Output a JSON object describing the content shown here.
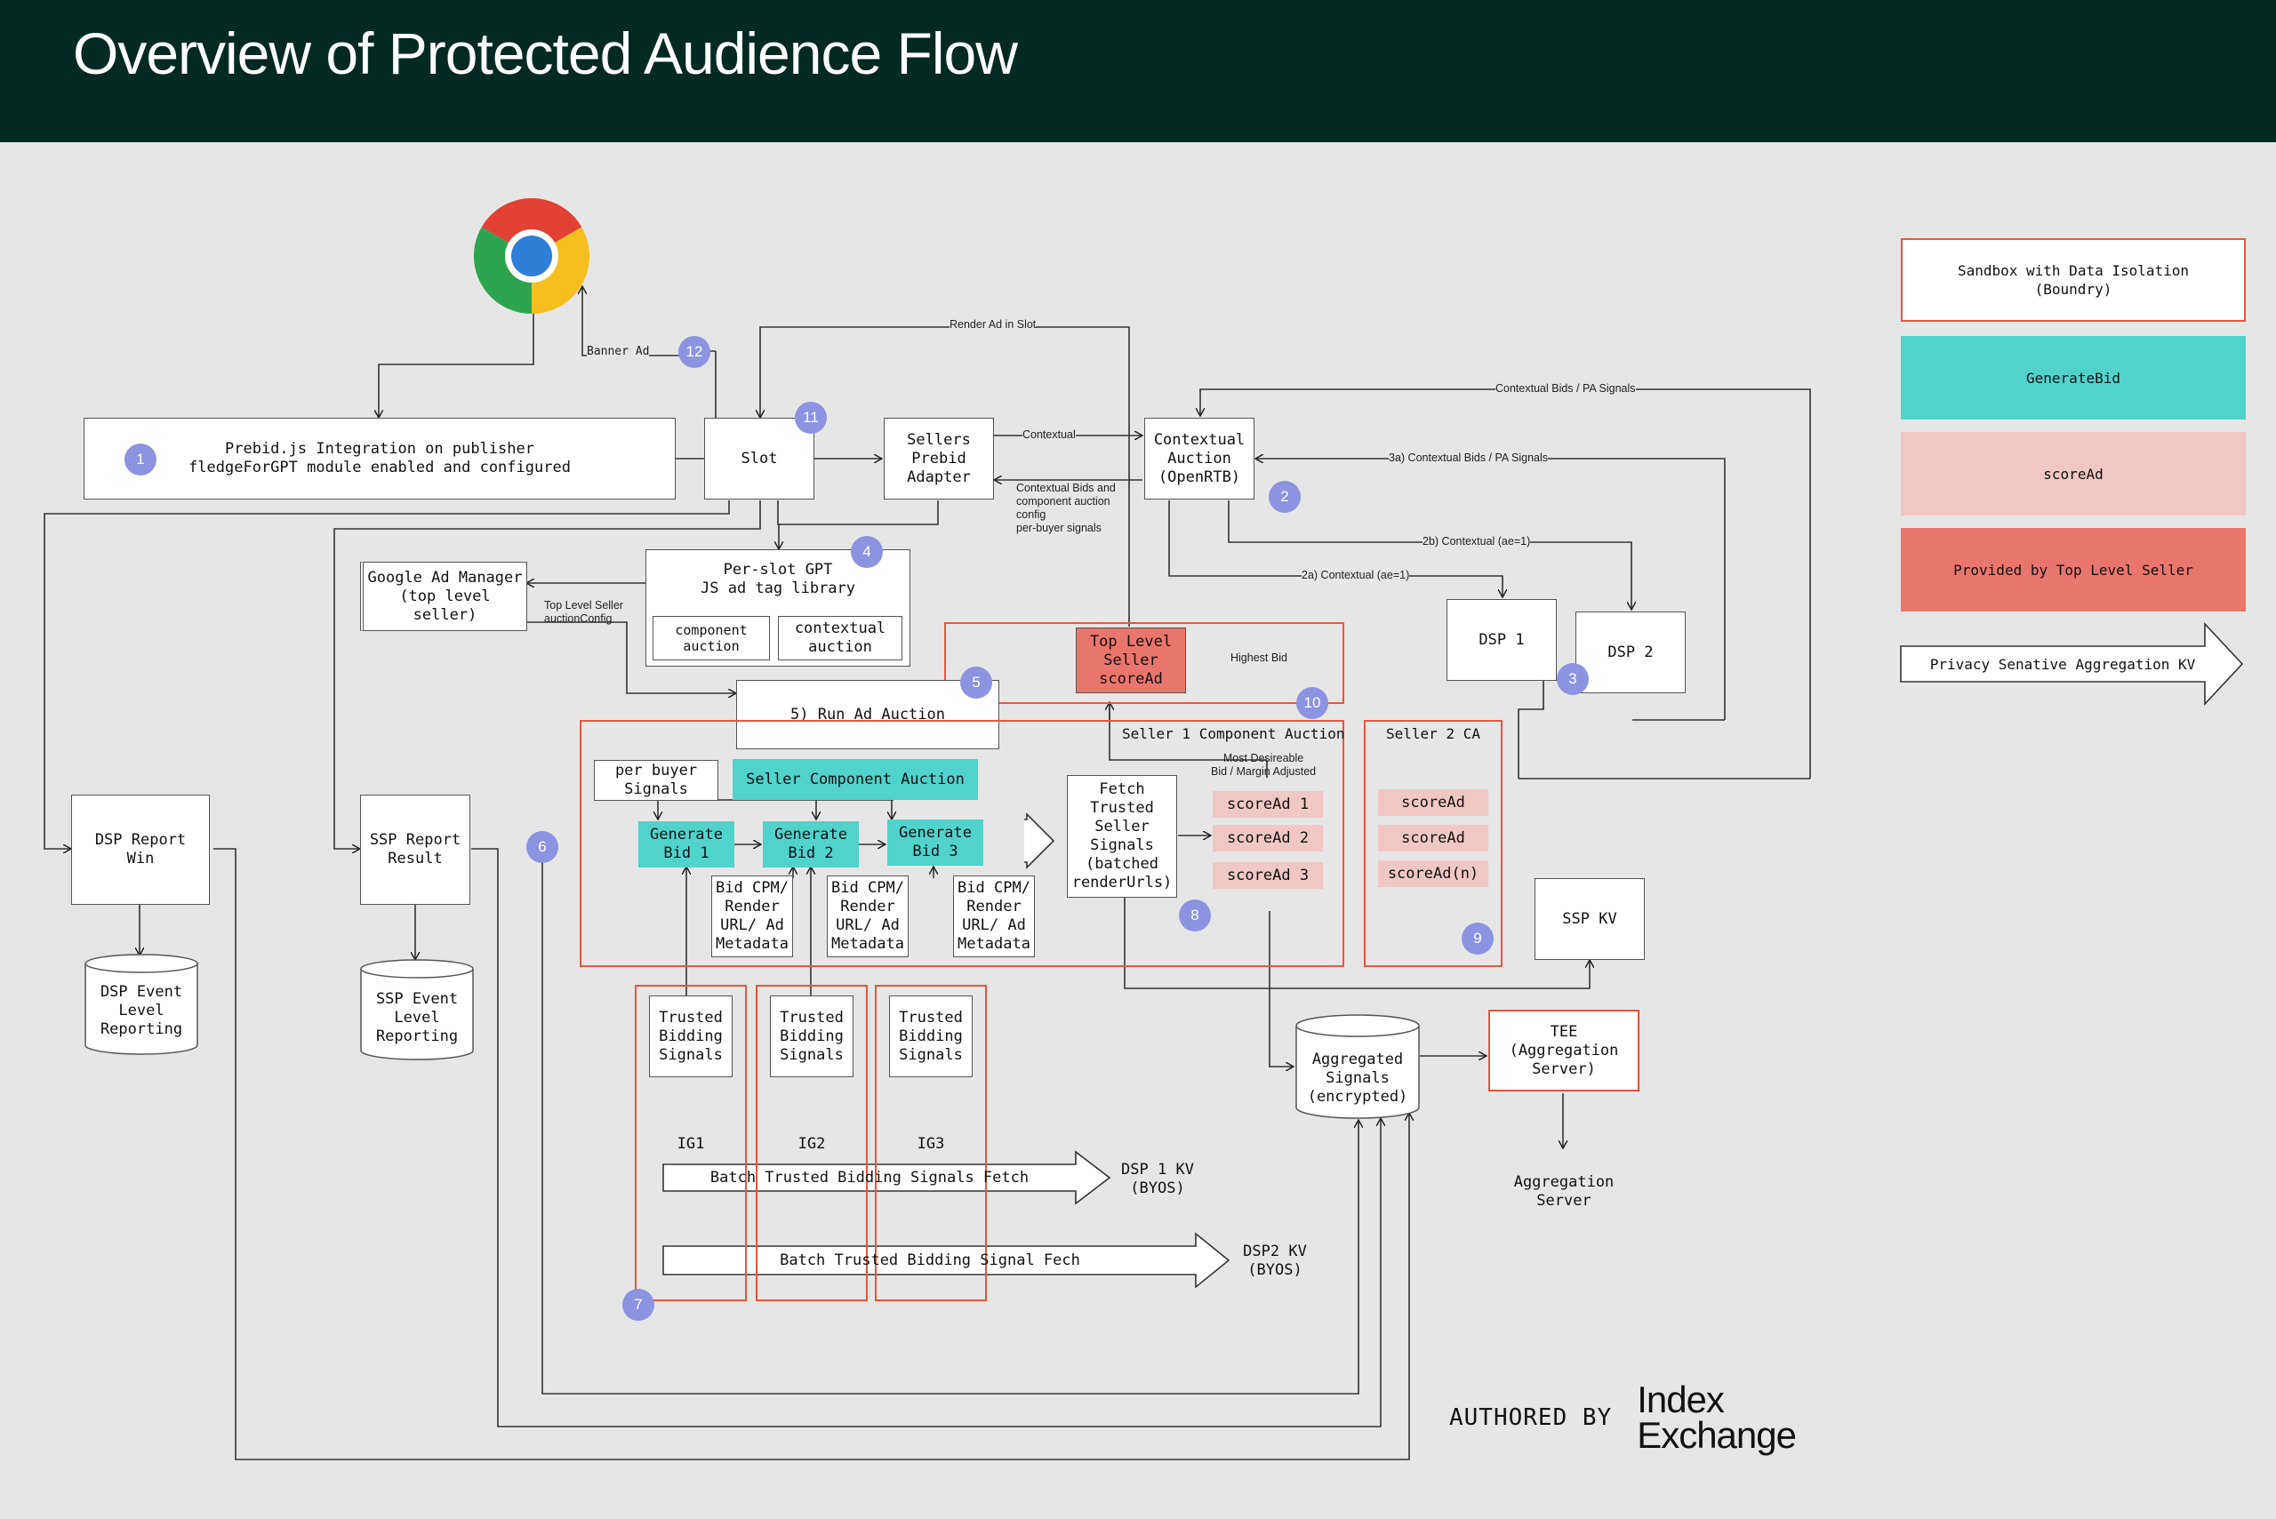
{
  "title": "Overview of Protected Audience Flow",
  "legend": {
    "sandbox": "Sandbox with Data Isolation\n(Boundry)",
    "generate_bid": "GenerateBid",
    "score_ad": "scoreAd",
    "top_level": "Provided by Top Level Seller",
    "privacy_kv": "Privacy Senative Aggregation KV"
  },
  "colors": {
    "header_bg": "#032a22",
    "background": "#e6e6e6",
    "teal": "#4fd3cb",
    "pink": "#f0c7c4",
    "salmon": "#e9766b",
    "sandbox_border": "#e8553f",
    "step_badge": "#8c93e0"
  },
  "nodes": {
    "prebid": "Prebid.js Integration on publisher\nfledgeForGPT module enabled and configured",
    "slot": "Slot",
    "sellers_prebid": "Sellers\nPrebid\nAdapter",
    "contextual_auction": "Contextual\nAuction\n(OpenRTB)",
    "per_slot_gpt": "Per-slot GPT\nJS ad tag library",
    "component_auction": "component\nauction",
    "contextual_auction_small": "contextual\nauction",
    "google_ad_manager": "Google Ad Manager\n(top level\nseller)",
    "run_ad_auction": "5) Run Ad Auction",
    "top_level_seller": "Top Level\nSeller\nscoreAd",
    "dsp1": "DSP 1",
    "dsp2": "DSP 2",
    "per_buyer_signals": "per buyer\nSignals",
    "seller_component_auction": "Seller Component Auction",
    "generate_bid_1": "Generate\nBid 1",
    "generate_bid_2": "Generate\nBid 2",
    "generate_bid_3": "Generate\nBid 3",
    "bid_meta": "Bid CPM/\nRender\nURL/ Ad\nMetadata",
    "fetch_trusted": "Fetch\nTrusted\nSeller\nSignals\n(batched\nrenderUrls)",
    "score_ad_1": "scoreAd 1",
    "score_ad_2": "scoreAd 2",
    "score_ad_3": "scoreAd 3",
    "seller1_title": "Seller 1 Component Auction",
    "seller2_title": "Seller 2 CA",
    "seller2_score": "scoreAd",
    "seller2_score_n": "scoreAd(n)",
    "ssp_kv": "SSP KV",
    "dsp_report_win": "DSP Report\nWin",
    "ssp_report_result": "SSP Report\nResult",
    "dsp_event": "DSP Event\nLevel\nReporting",
    "ssp_event": "SSP Event\nLevel\nReporting",
    "trusted_bidding": "Trusted\nBidding\nSignals",
    "ig1": "IG1",
    "ig2": "IG2",
    "ig3": "IG3",
    "batch1": "Batch Trusted Bidding Signals Fetch",
    "batch2": "Batch Trusted Bidding Signal Fech",
    "dsp1_kv": "DSP 1 KV\n(BYOS)",
    "dsp2_kv": "DSP2 KV\n(BYOS)",
    "aggregated": "Aggregated\nSignals\n(encrypted)",
    "tee": "TEE\n(Aggregation\nServer)",
    "aggregation_server": "Aggregation\nServer"
  },
  "edge_labels": {
    "banner_ad": "Banner Ad",
    "render_ad": "Render Ad in Slot",
    "contextual": "Contextual",
    "contextual_bids_pa": "Contextual Bids / PA Signals",
    "contextual_3a": "3a) Contextual Bids / PA Signals",
    "contextual_bids_config": "Contextual Bids and\ncomponent auction\nconfig\nper-buyer signals",
    "c2b": "2b) Contextual (ae=1)",
    "c2a": "2a) Contextual (ae=1)",
    "top_level_config": "Top Level Seller\nauctionConfig",
    "highest_bid": "Highest Bid",
    "most_desireable": "Most Desireable\nBid / Margin Adjusted"
  },
  "steps": [
    "1",
    "2",
    "3",
    "4",
    "5",
    "6",
    "7",
    "8",
    "9",
    "10",
    "11",
    "12"
  ],
  "footer": {
    "authored_by": "AUTHORED BY",
    "brand_line1": "Index",
    "brand_line2": "Exchange"
  }
}
